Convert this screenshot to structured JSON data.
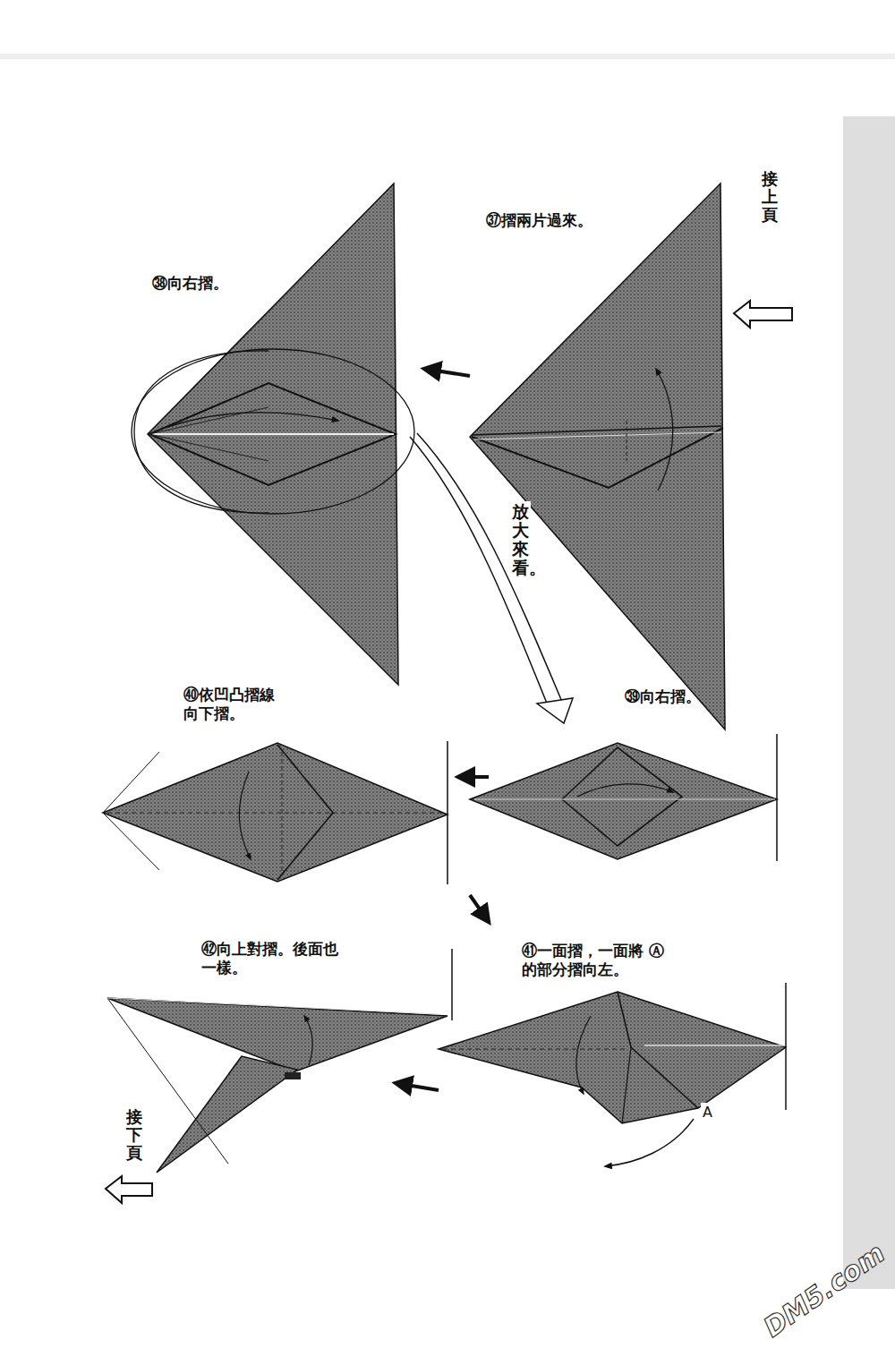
{
  "diagram": {
    "labels": [
      "接上頁",
      "㊲摺兩片過來。",
      "㊳向右摺。",
      "放大來看。",
      "㊴向右摺。",
      "㊵依凹凸摺線 向下摺。",
      "㊶一面摺，一面將 Ⓐ的部分摺向左。",
      "A",
      "㊷向上對摺。後面也 一樣。",
      "接下頁",
      "DM5.com"
    ]
  }
}
